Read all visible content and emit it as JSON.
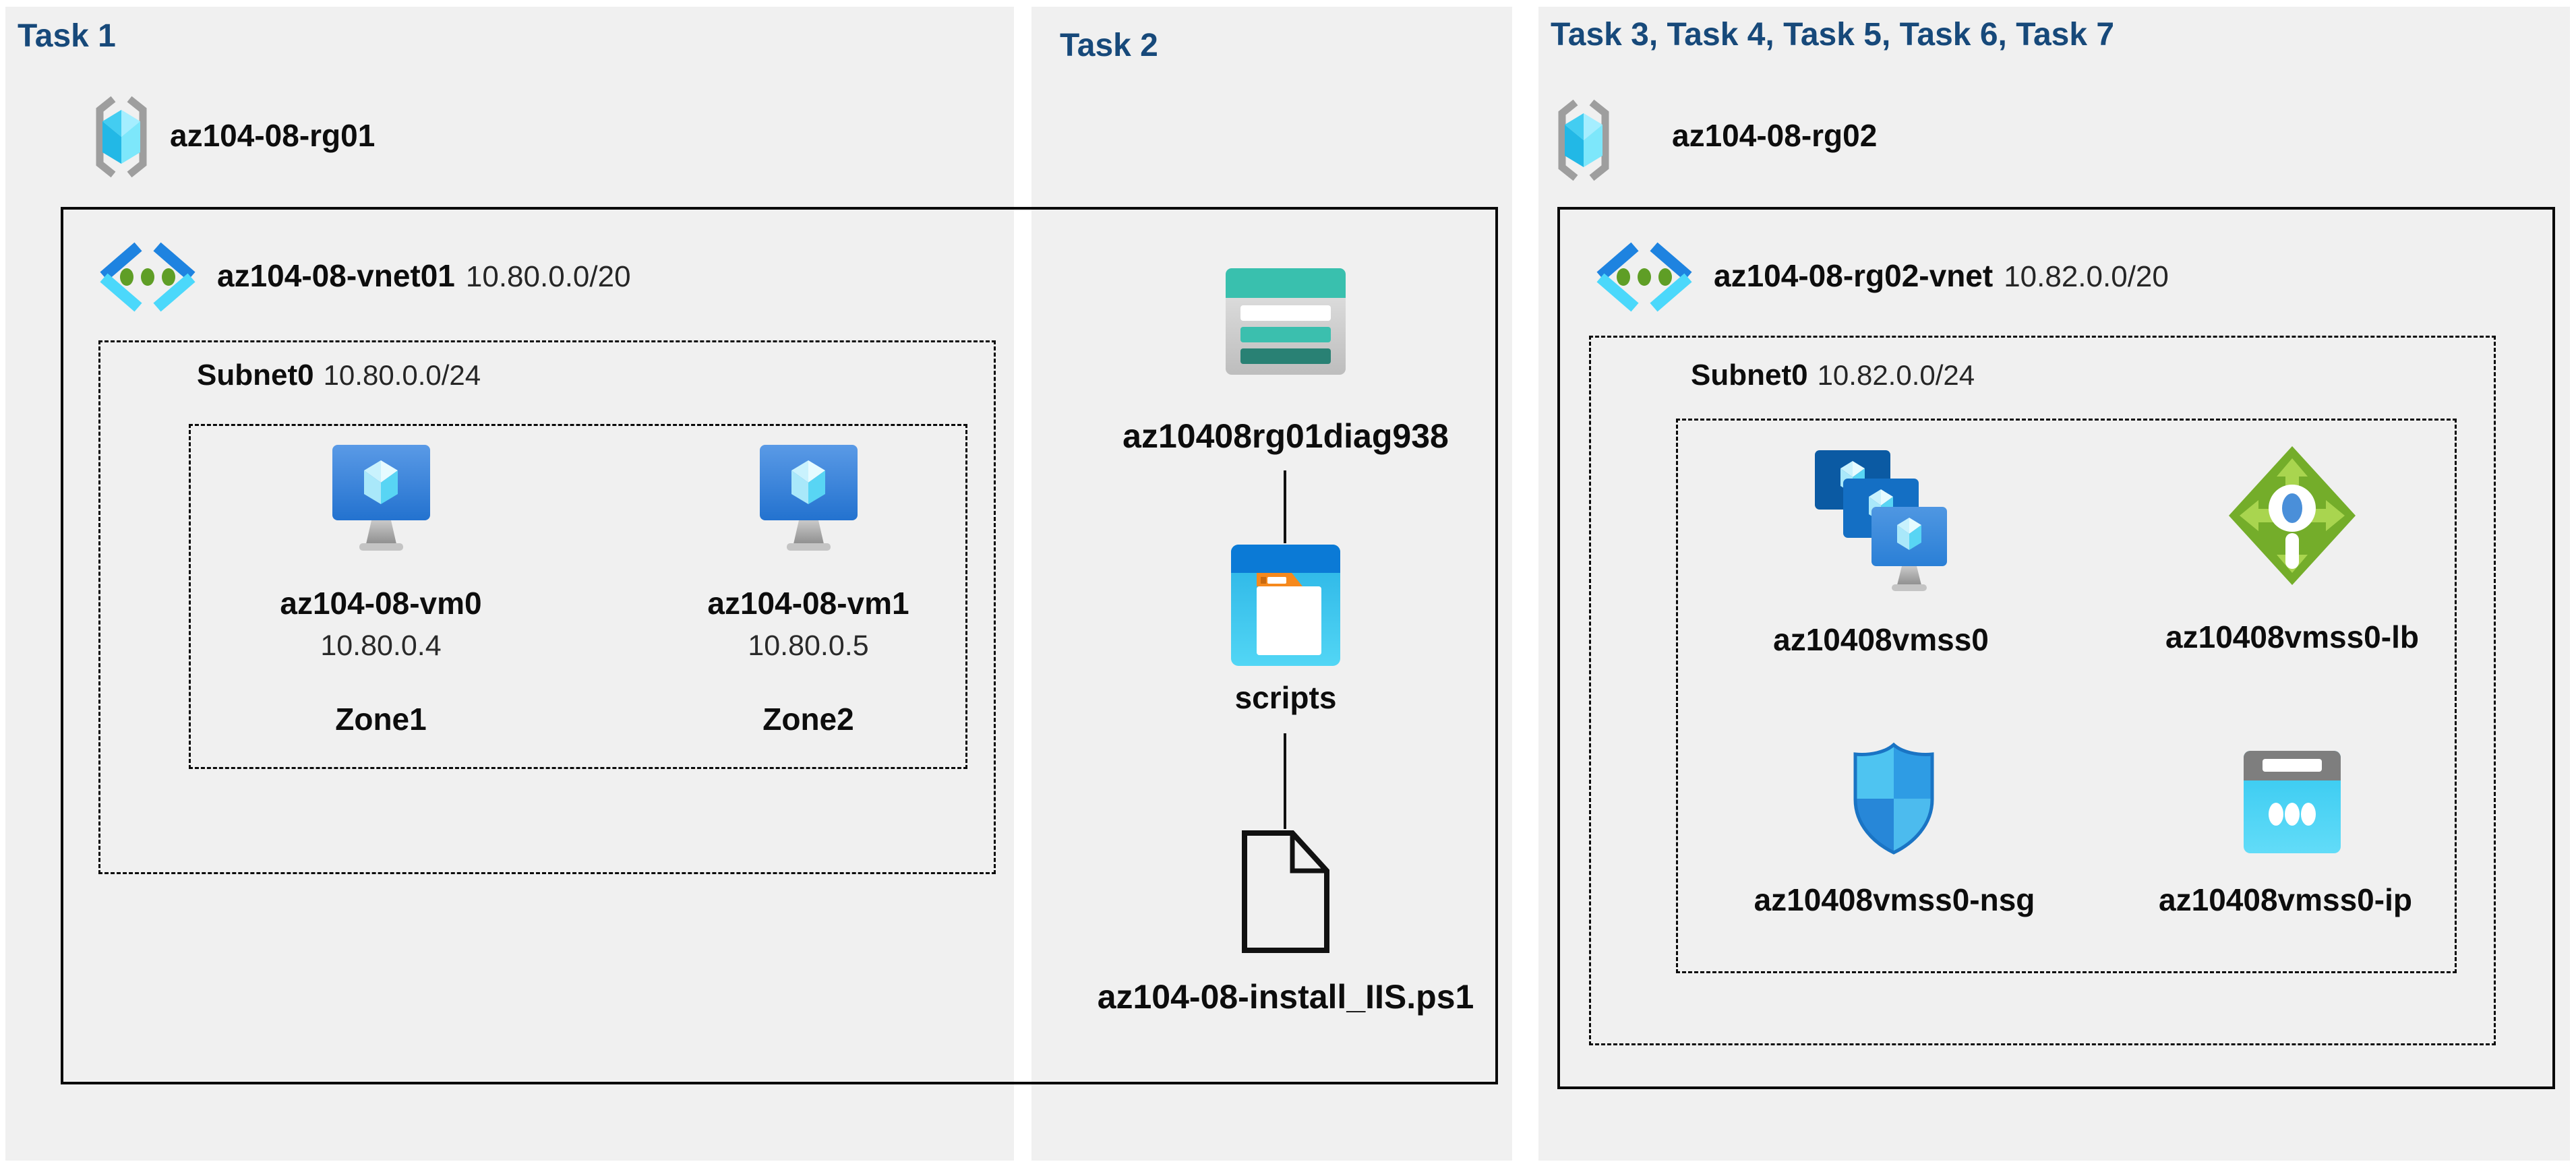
{
  "colors": {
    "header_navy": "#17497a",
    "panel_gray": "#f0f0f0",
    "azure_blue": "#1e83e0",
    "azure_cyan": "#4bd8fb",
    "dot_green": "#5f9e26",
    "lb_green": "#74ad2a",
    "storage_teal": "#39c0ae"
  },
  "task1": {
    "header": "Task 1",
    "resource_group": "az104-08-rg01",
    "vnet_name": "az104-08-vnet01",
    "vnet_cidr": "10.80.0.0/20",
    "subnet_name": "Subnet0",
    "subnet_cidr": "10.80.0.0/24",
    "vm0": {
      "name": "az104-08-vm0",
      "ip": "10.80.0.4",
      "zone": "Zone1"
    },
    "vm1": {
      "name": "az104-08-vm1",
      "ip": "10.80.0.5",
      "zone": "Zone2"
    }
  },
  "task2": {
    "header": "Task 2",
    "storage_account": "az10408rg01diag938",
    "container": "scripts",
    "file": "az104-08-install_IIS.ps1"
  },
  "task3": {
    "header": "Task 3, Task 4, Task 5, Task 6, Task 7",
    "resource_group": "az104-08-rg02",
    "vnet_name": "az104-08-rg02-vnet",
    "vnet_cidr": "10.82.0.0/20",
    "subnet_name": "Subnet0",
    "subnet_cidr": "10.82.0.0/24",
    "vmss": "az10408vmss0",
    "load_balancer": "az10408vmss0-lb",
    "nsg": "az10408vmss0-nsg",
    "public_ip": "az10408vmss0-ip"
  }
}
